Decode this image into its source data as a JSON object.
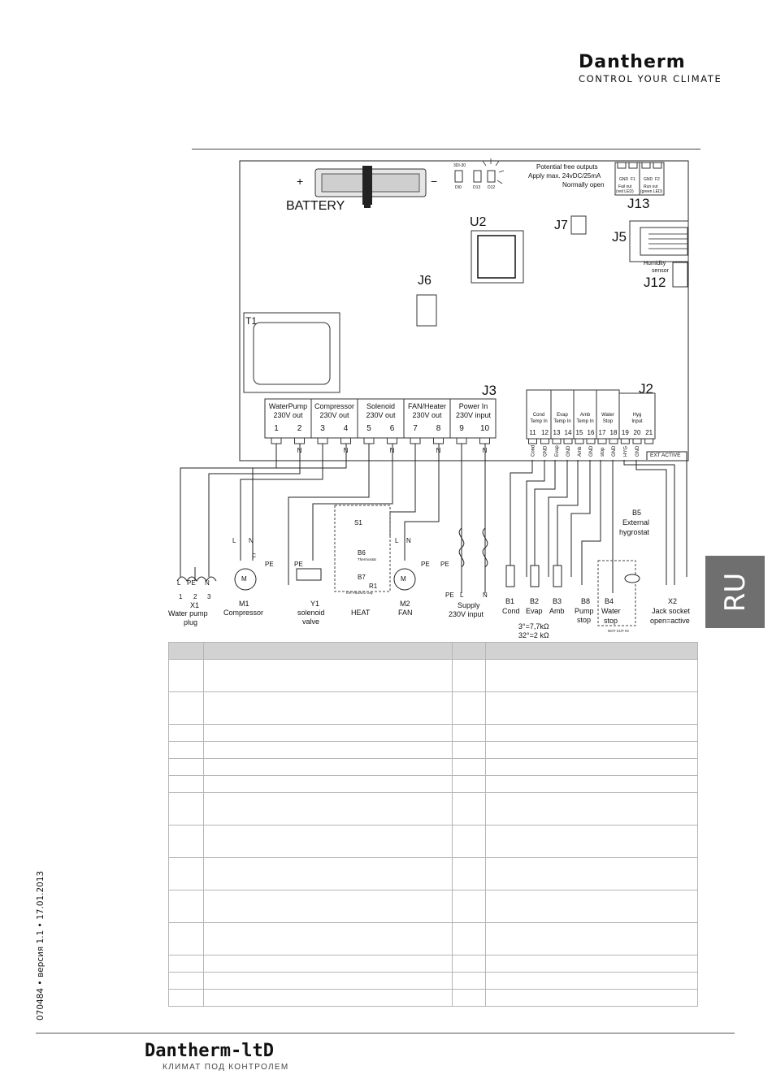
{
  "header": {
    "brand": "Dantherm",
    "tagline": "CONTROL YOUR CLIMATE"
  },
  "side_tab": "RU",
  "footer": {
    "version": "070484 • версия 1.1 • 17.01.2013",
    "brand": "Dantherm-ltD",
    "tagline": "КЛИМАТ ПОД КОНТРОЛЕМ"
  },
  "board": {
    "battery": "BATTERY",
    "plus": "+",
    "minus": "−",
    "led_labels": [
      "DI0",
      "D13",
      "D12"
    ],
    "led_top": "3DI-30",
    "outputs_note": [
      "Potential free outputs",
      "Apply max. 24vDC/25mA",
      "Normally open"
    ],
    "j13_pins": [
      "GND",
      "F1",
      "GND",
      "F2"
    ],
    "fail_out": [
      "Fail out",
      "(red LED)"
    ],
    "run_out": [
      "Run out",
      "(green LED)"
    ],
    "components": {
      "j13": "J13",
      "j7": "J7",
      "j5": "J5",
      "u2": "U2",
      "j6": "J6",
      "j12": "J12",
      "t1": "T1",
      "j3": "J3",
      "j2": "J2"
    },
    "humidity": [
      "Humidity",
      "sensor"
    ]
  },
  "j3_groups": [
    {
      "name": "WaterPump",
      "sub": "230V out",
      "pins": [
        "1",
        "2"
      ]
    },
    {
      "name": "Compressor",
      "sub": "230V out",
      "pins": [
        "3",
        "4"
      ]
    },
    {
      "name": "Solenoid",
      "sub": "230V out",
      "pins": [
        "5",
        "6"
      ]
    },
    {
      "name": "FAN/Heater",
      "sub": "230V out",
      "pins": [
        "7",
        "8"
      ]
    },
    {
      "name": "Power In",
      "sub": "230V input",
      "pins": [
        "9",
        "10"
      ]
    }
  ],
  "j3_n": "N",
  "j2_groups": [
    {
      "name": "Cond",
      "sub": "Temp In",
      "pins": [
        "11",
        "12"
      ],
      "wires": [
        "Cond",
        "GND"
      ]
    },
    {
      "name": "Evap",
      "sub": "Temp In",
      "pins": [
        "13",
        "14"
      ],
      "wires": [
        "Evap",
        "GND"
      ]
    },
    {
      "name": "Amb",
      "sub": "Temp In",
      "pins": [
        "15",
        "16"
      ],
      "wires": [
        "Amb",
        "GND"
      ]
    },
    {
      "name": "Water",
      "sub": "Stop",
      "pins": [
        "17",
        "18"
      ],
      "wires": [
        "stop",
        "GND"
      ]
    },
    {
      "name": "Hyg",
      "sub": "Input",
      "pins": [
        "19",
        "20",
        "21"
      ],
      "wires": [
        "HYG",
        "GND"
      ]
    }
  ],
  "ext_active": "EXT ACTIVE",
  "lower": {
    "x1": [
      "X1",
      "Water pump",
      "plug"
    ],
    "x1_pins": [
      "L",
      "PE",
      "N"
    ],
    "x1_nums": [
      "1",
      "2",
      "3"
    ],
    "m1": [
      "M1",
      "Compressor"
    ],
    "y1": [
      "Y1",
      "solenoid",
      "valve"
    ],
    "heat": "HEAT",
    "s1": "S1",
    "b6": "B6",
    "b6_sub": "Thermostat",
    "b7": "B7",
    "r1": "R1",
    "r1_sub": "EIR PB/4NV2 only",
    "m2": [
      "M2",
      "FAN"
    ],
    "supply": [
      "Supply",
      "230V input"
    ],
    "supply_pins": [
      "PE",
      "L",
      "N"
    ],
    "L": "L",
    "N": "N",
    "PE": "PE",
    "M": "M",
    "C": "C",
    "b1": [
      "B1",
      "Cond"
    ],
    "b2": [
      "B2",
      "Evap"
    ],
    "b3": [
      "B3",
      "Amb"
    ],
    "b8": [
      "B8",
      "Pump",
      "stop"
    ],
    "b4": [
      "B4",
      "Water",
      "stop"
    ],
    "b4_note": "NOT CUT IN",
    "b5": [
      "B5",
      "External",
      "hygrostat"
    ],
    "x2": [
      "X2",
      "Jack socket",
      "open=active"
    ],
    "ntc": [
      "3°=7,7kΩ",
      "32°=2 kΩ"
    ]
  }
}
